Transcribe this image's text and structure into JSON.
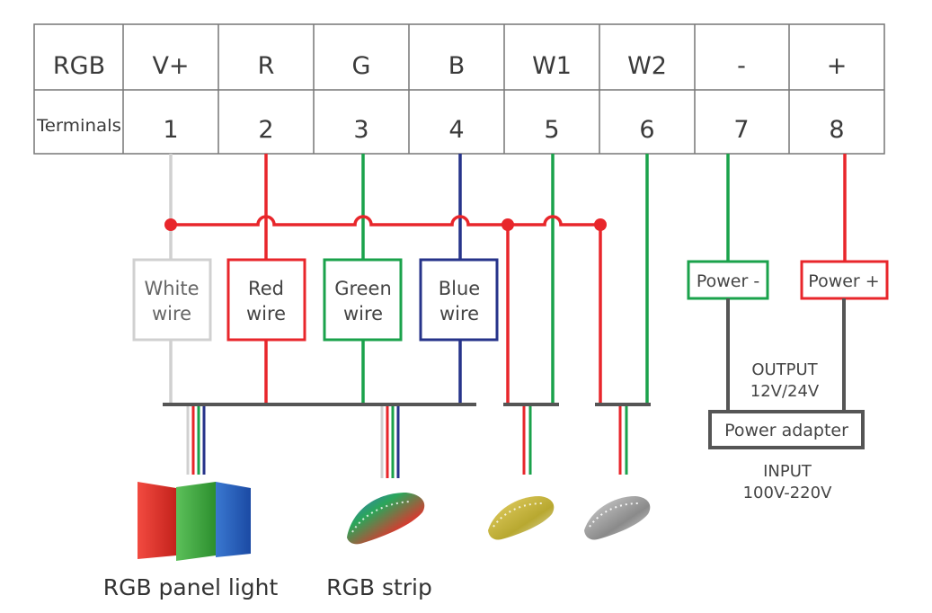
{
  "table": {
    "row1": [
      "RGB",
      "V+",
      "R",
      "G",
      "B",
      "W1",
      "W2",
      "-",
      "+"
    ],
    "row2": [
      "Terminals",
      "1",
      "2",
      "3",
      "4",
      "5",
      "6",
      "7",
      "8"
    ]
  },
  "wires": {
    "white": [
      "White",
      "wire"
    ],
    "red": [
      "Red",
      "wire"
    ],
    "green": [
      "Green",
      "wire"
    ],
    "blue": [
      "Blue",
      "wire"
    ]
  },
  "power": {
    "minus": "Power -",
    "plus": "Power +",
    "output": [
      "OUTPUT",
      "12V/24V"
    ],
    "adapter": "Power adapter",
    "input": [
      "INPUT",
      "100V-220V"
    ]
  },
  "devices": {
    "panel": "RGB panel light",
    "strip": "RGB strip"
  },
  "colors": {
    "red": "#e8262b",
    "green": "#1aa24b",
    "blue": "#26338a",
    "white": "#d0d0d0",
    "dark": "#555555"
  }
}
